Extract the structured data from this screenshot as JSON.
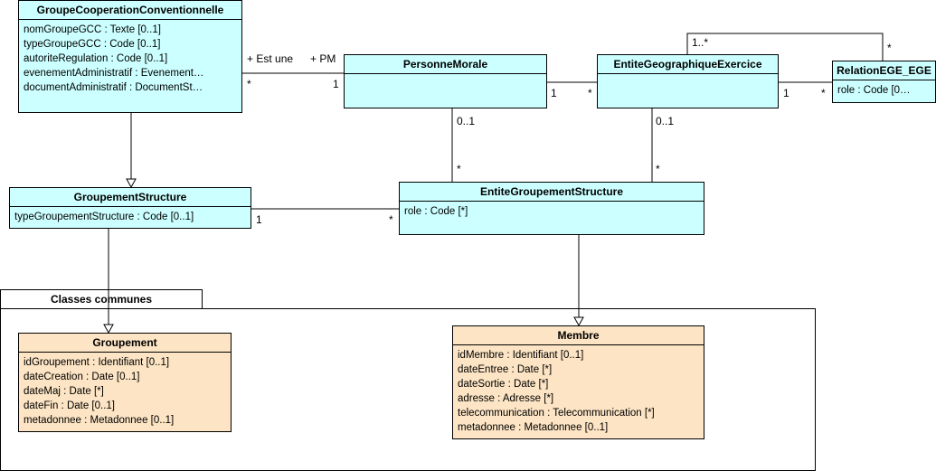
{
  "package": {
    "name": "Classes communes"
  },
  "classes": {
    "gcc": {
      "name": "GroupeCooperationConventionnelle",
      "attrs": [
        "nomGroupeGCC : Texte [0..1]",
        "typeGroupeGCC : Code [0..1]",
        "autoriteRegulation : Code [0..1]",
        "evenementAdministratif : Evenement…",
        "documentAdministratif : DocumentSt…"
      ]
    },
    "pm": {
      "name": "PersonneMorale",
      "attrs": []
    },
    "ege": {
      "name": "EntiteGeographiqueExercice",
      "attrs": []
    },
    "rel": {
      "name": "RelationEGE_EGE",
      "attrs": [
        "role : Code [0…"
      ]
    },
    "gs": {
      "name": "GroupementStructure",
      "attrs": [
        "typeGroupementStructure : Code [0..1]"
      ]
    },
    "egs": {
      "name": "EntiteGroupementStructure",
      "attrs": [
        "role : Code [*]"
      ]
    },
    "groupement": {
      "name": "Groupement",
      "attrs": [
        "idGroupement : Identifiant [0..1]",
        "dateCreation : Date [0..1]",
        "dateMaj : Date [*]",
        "dateFin : Date [0..1]",
        "metadonnee : Metadonnee [0..1]"
      ]
    },
    "membre": {
      "name": "Membre",
      "attrs": [
        "idMembre : Identifiant [0..1]",
        "dateEntree : Date [*]",
        "dateSortie : Date [*]",
        "adresse : Adresse [*]",
        "telecommunication : Telecommunication [*]",
        "metadonnee : Metadonnee [0..1]"
      ]
    }
  },
  "labels": {
    "est_une": "+ Est une",
    "pm_role": "+ PM",
    "gcc_mult": "*",
    "pm_mult_left": "1",
    "pm_ege_1": "1",
    "pm_ege_star": "*",
    "self_1": "1..*",
    "self_star": "*",
    "ege_rel_1": "1",
    "ege_rel_star": "*",
    "pm_01": "0..1",
    "pm_egs_star": "*",
    "ege_01": "0..1",
    "ege_egs_star": "*",
    "gs_1": "1",
    "gs_egs_star": "*"
  },
  "colors": {
    "entity": "#ccffff",
    "common": "#fce4c4"
  }
}
